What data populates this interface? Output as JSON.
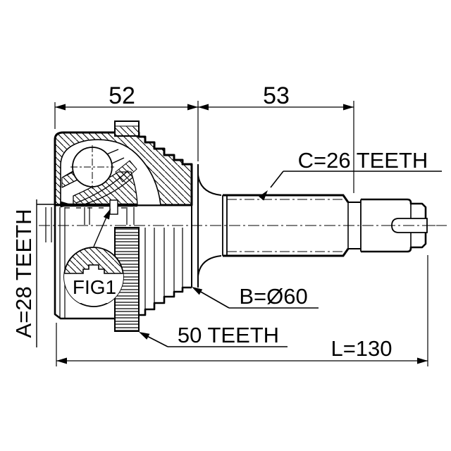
{
  "drawing": {
    "type": "technical-drawing",
    "subject": "cv-joint-outer",
    "colors": {
      "background": "#ffffff",
      "line": "#000000"
    },
    "dimensions": {
      "bell_width": "52",
      "shaft_length": "53",
      "overall_length": "L=130"
    },
    "callouts": {
      "shaft_spline_teeth": "C=26 TEETH",
      "inner_spline_teeth": "A=28 TEETH",
      "abs_ring_teeth": "50 TEETH",
      "body_diameter": "B=Ø60",
      "detail_figure": "FIG1"
    }
  }
}
